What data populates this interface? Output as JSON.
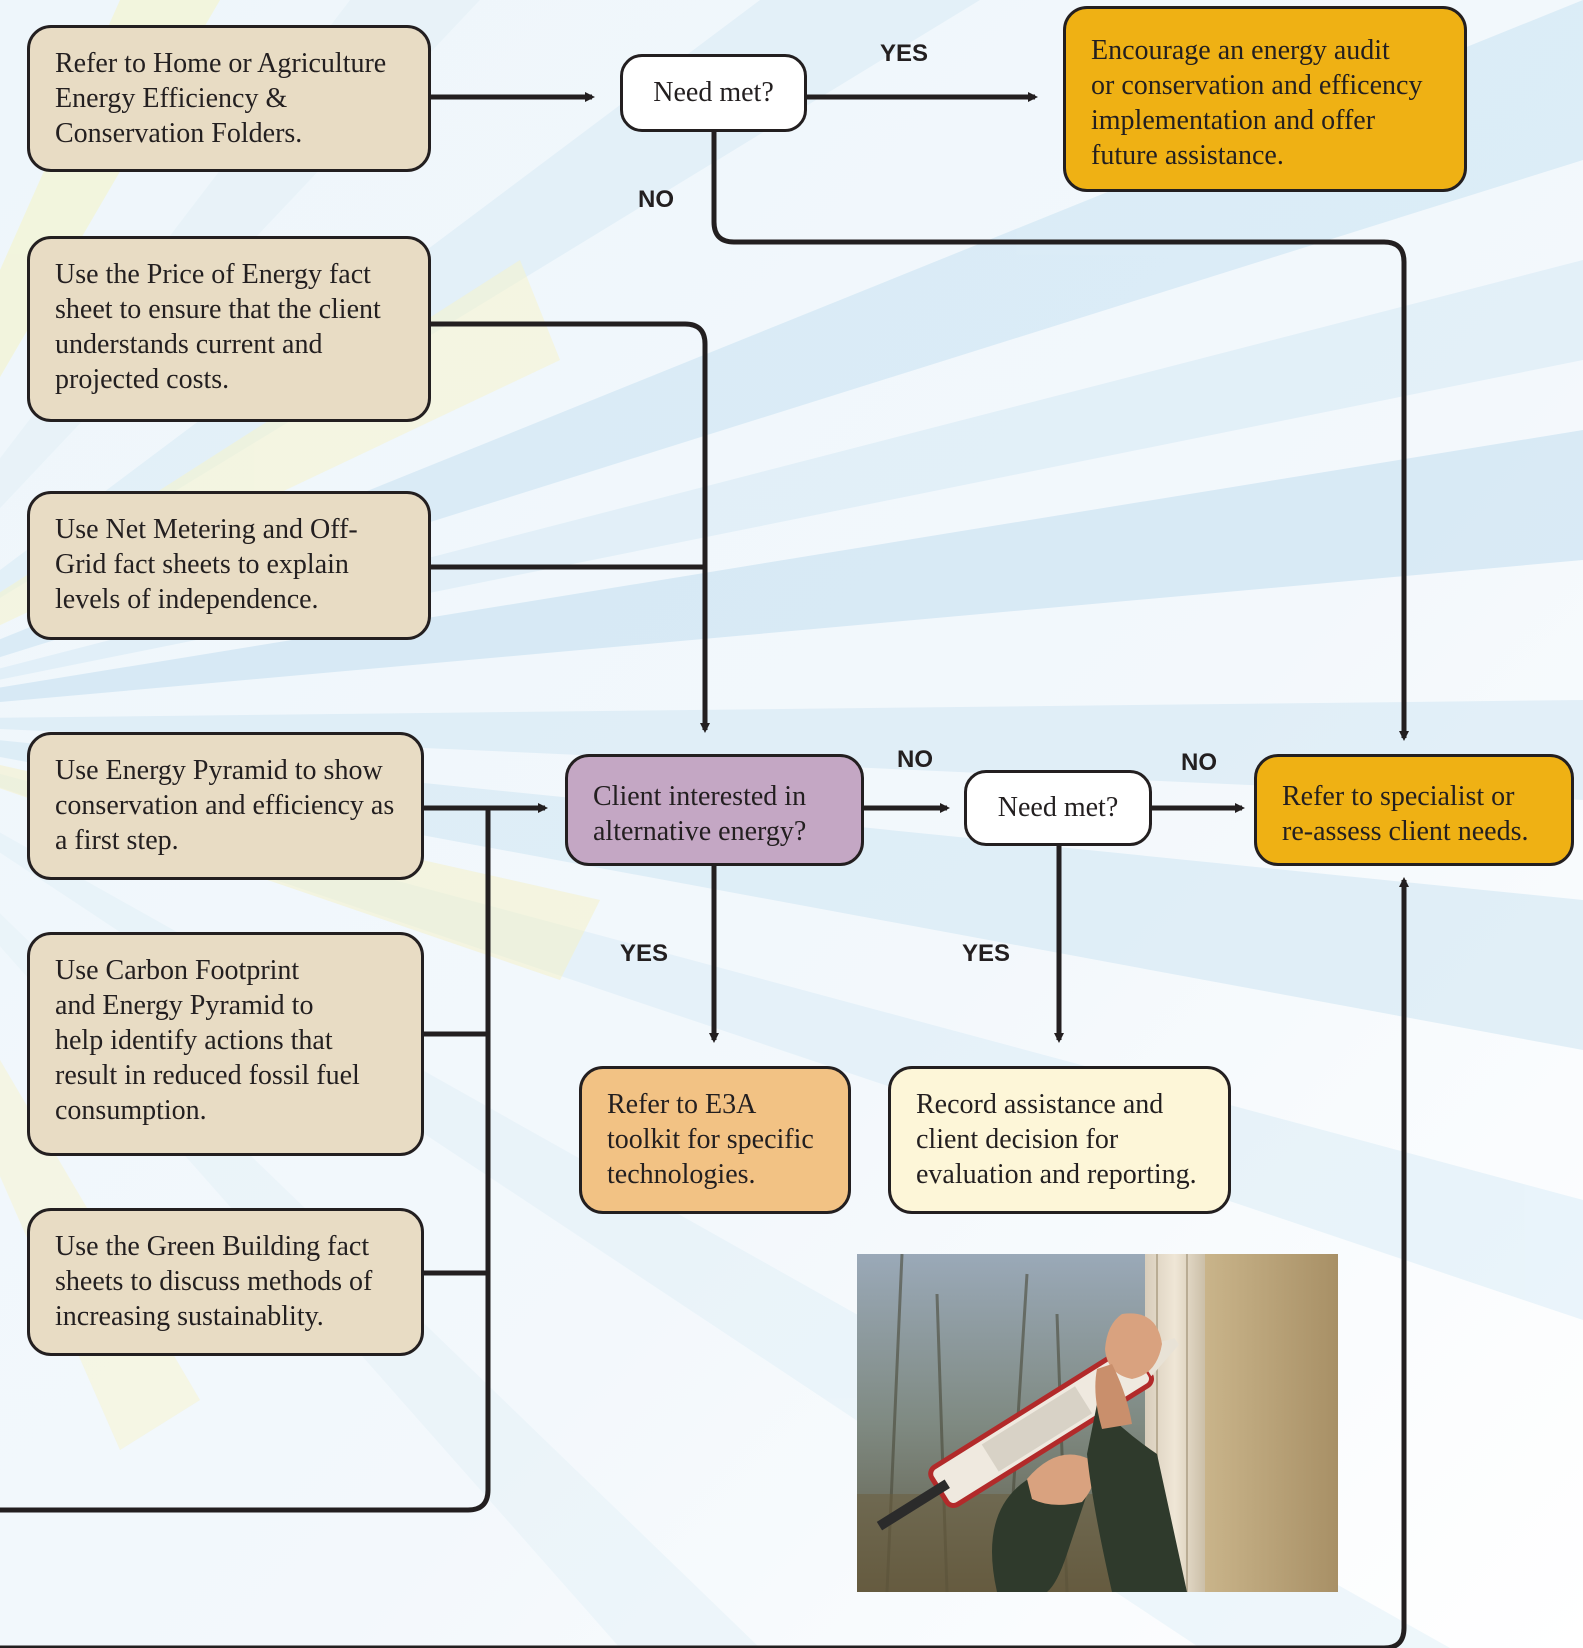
{
  "boxes": {
    "home_ag": "Refer to Home or Agriculture\nEnergy Efficiency &\nConservation Folders.",
    "price": "Use the Price of Energy fact\nsheet to ensure that the client\nunderstands current and\nprojected costs.",
    "net_metering": "Use Net Metering and Off-\nGrid fact sheets to explain\nlevels of independence.",
    "pyramid": "Use Energy Pyramid to show\nconservation and efficiency as\na first step.",
    "carbon": "Use Carbon Footprint\nand Energy Pyramid to\nhelp identify actions that\nresult in reduced fossil fuel\nconsumption.",
    "green": "Use the Green Building fact\nsheets to discuss methods of\nincreasing sustainablity.",
    "need_met_1": "Need met?",
    "encourage": "Encourage an energy audit\nor conservation and efficency\nimplementation and offer\nfuture assistance.",
    "client_interested": "Client interested in\nalternative energy?",
    "need_met_2": "Need met?",
    "refer_specialist": "Refer to specialist or\nre-assess client needs.",
    "e3a": "Refer to E3A\ntoolkit for specific\ntechnologies.",
    "record": "Record assistance and\nclient decision for\nevaluation and reporting."
  },
  "labels": {
    "yes_top": "YES",
    "no_top": "NO",
    "no_client": "NO",
    "no_need": "NO",
    "yes_client": "YES",
    "yes_need": "YES"
  },
  "colors": {
    "beige": "#e8dcc4",
    "gold": "#efb114",
    "purple": "#c4a7c4",
    "orange": "#f2c284",
    "cream": "#fdf6d8",
    "line": "#231f20"
  },
  "photo": {
    "subject": "caulking-gun-window-photo"
  }
}
